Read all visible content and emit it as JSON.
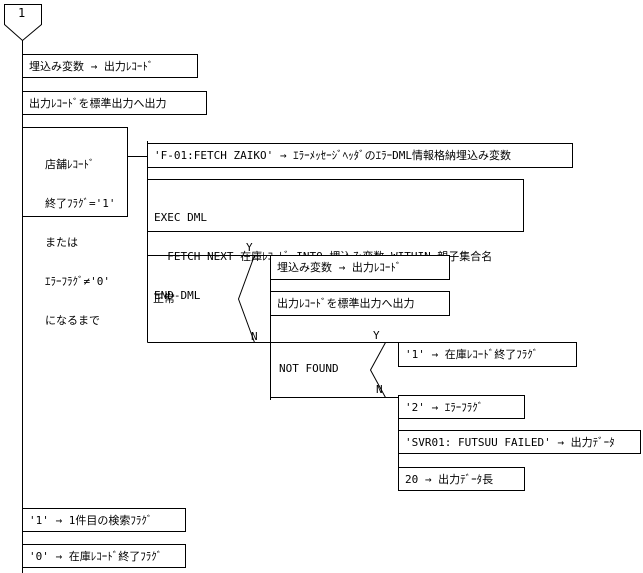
{
  "connector": {
    "label": "1"
  },
  "steps": {
    "s1": "埋込み変数 → 出力ﾚｺｰﾄﾞ",
    "s2": "出力ﾚｺｰﾄﾞを標準出力へ出力"
  },
  "loop": {
    "condition": [
      "店舗ﾚｺｰﾄﾞ",
      "終了ﾌﾗｸﾞ='1'",
      "または",
      "ｴﾗｰﾌﾗｸﾞ≠'0'",
      "になるまで"
    ],
    "set_error": "'F-01:FETCH ZAIKO' → ｴﾗｰﾒｯｾｰｼﾞﾍｯﾀﾞのｴﾗｰDML情報格納埋込み変数",
    "dml": [
      "EXEC DML",
      "  FETCH NEXT 在庫ﾚｺｰﾄﾞ INTO 埋込み変数 WITHIN 親子集合名",
      "END-DML"
    ],
    "branch1": {
      "condition": "正常",
      "yes": "Y",
      "no": "N",
      "yes_steps": [
        "埋込み変数 → 出力ﾚｺｰﾄﾞ",
        "出力ﾚｺｰﾄﾞを標準出力へ出力"
      ]
    },
    "branch2": {
      "condition": "NOT FOUND",
      "yes": "Y",
      "no": "N",
      "yes_step": "'1' → 在庫ﾚｺｰﾄﾞ終了ﾌﾗｸﾞ",
      "no_steps": [
        "'2' → ｴﾗｰﾌﾗｸﾞ",
        "'SVR01: FUTSUU FAILED' → 出力ﾃﾞｰﾀ",
        "20 → 出力ﾃﾞｰﾀ長"
      ]
    }
  },
  "after": {
    "s1": "'1' → 1件目の検索ﾌﾗｸﾞ",
    "s2": "'0' → 在庫ﾚｺｰﾄﾞ終了ﾌﾗｸﾞ"
  }
}
